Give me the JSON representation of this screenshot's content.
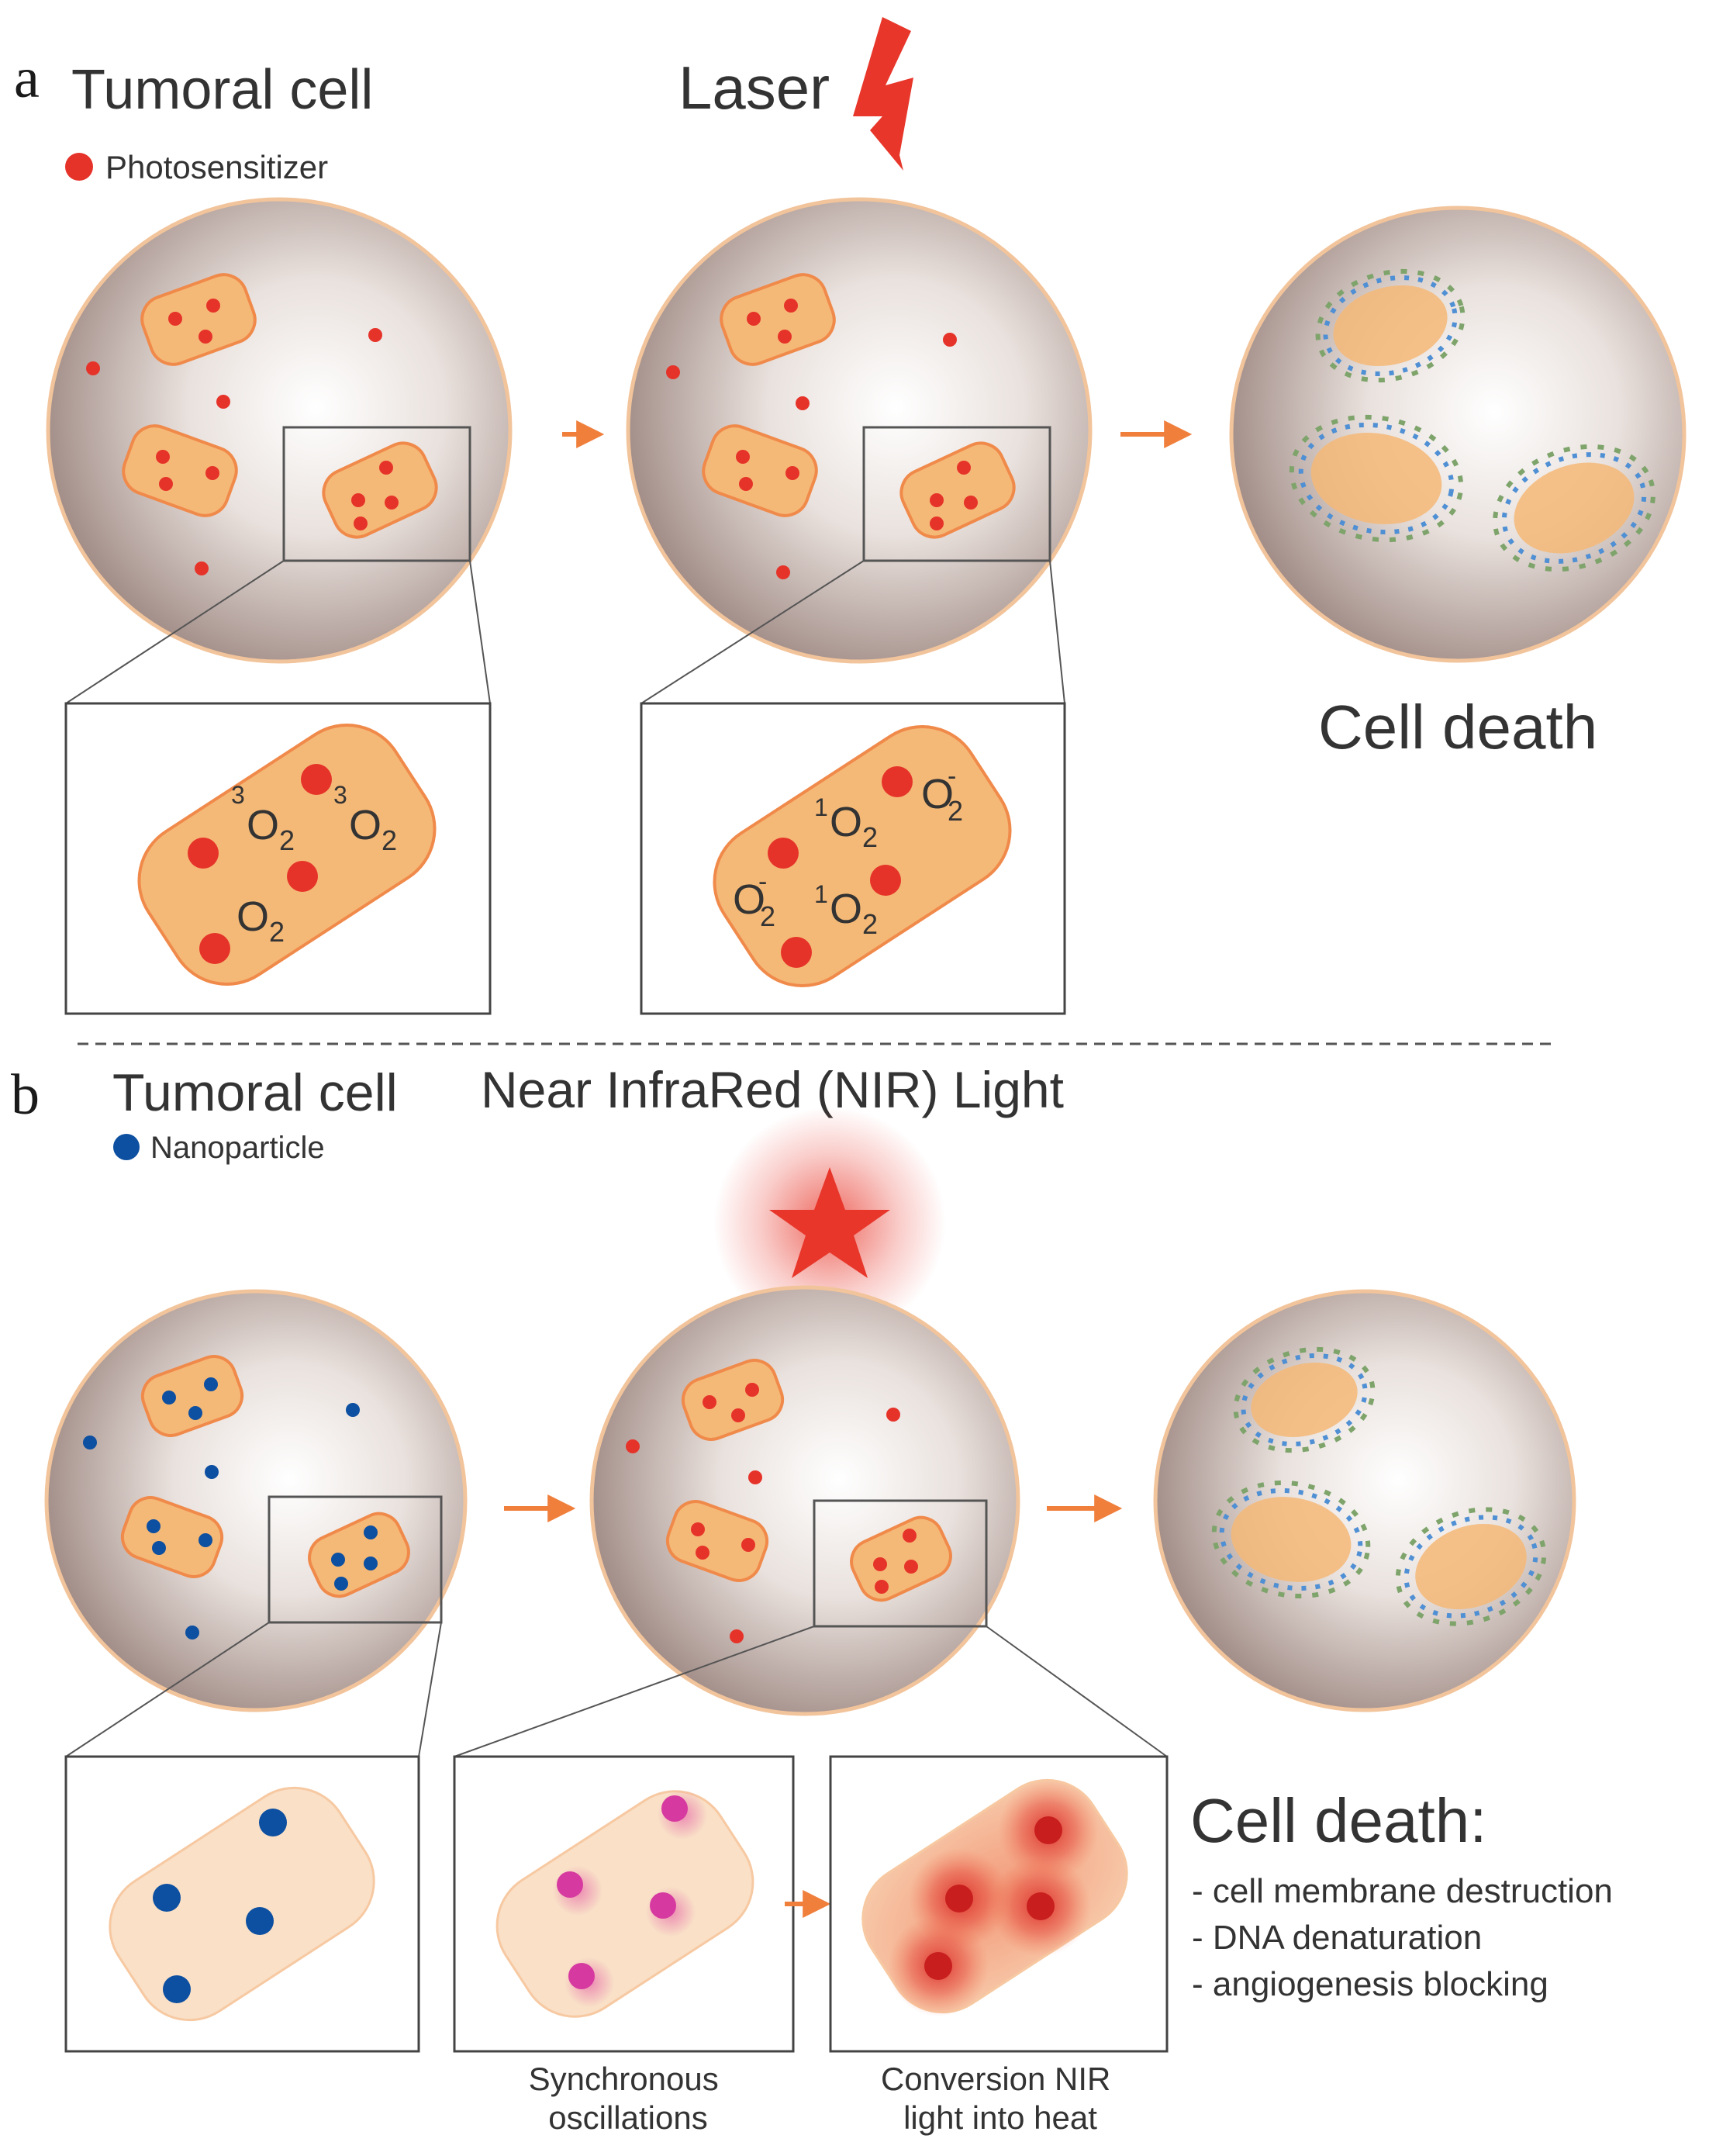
{
  "panel_a": {
    "letter": "a",
    "title": "Tumoral cell",
    "legend_label": "Photosensitizer",
    "laser_label": "Laser",
    "cell_death_label": "Cell death",
    "inset1": {
      "o2_triplet_1": "O",
      "o2_triplet_2": "O",
      "o2_plain": "O",
      "sup3": "3",
      "sub2": "2"
    },
    "inset2": {
      "sup1": "1",
      "minus": "-",
      "o": "O",
      "sub2": "2"
    }
  },
  "panel_b": {
    "letter": "b",
    "title": "Tumoral cell",
    "legend_label": "Nanoparticle",
    "nir_label": "Near InfraRed (NIR) Light",
    "caption_oscillations": [
      "Synchronous",
      "oscillations"
    ],
    "caption_conversion": [
      "Conversion NIR",
      "light into heat"
    ],
    "cell_death_title": "Cell death:",
    "cell_death_items": [
      "- cell membrane destruction",
      "- DNA denaturation",
      "- angiogenesis blocking"
    ]
  },
  "colors": {
    "photosensitizer": "#e6332a",
    "nanoparticle": "#0d4fa0",
    "oscillating": "#d63aa0",
    "nucleus_fill": "#f5b977",
    "nucleus_stroke": "#f08a4b",
    "arrow": "#f07f3c"
  }
}
